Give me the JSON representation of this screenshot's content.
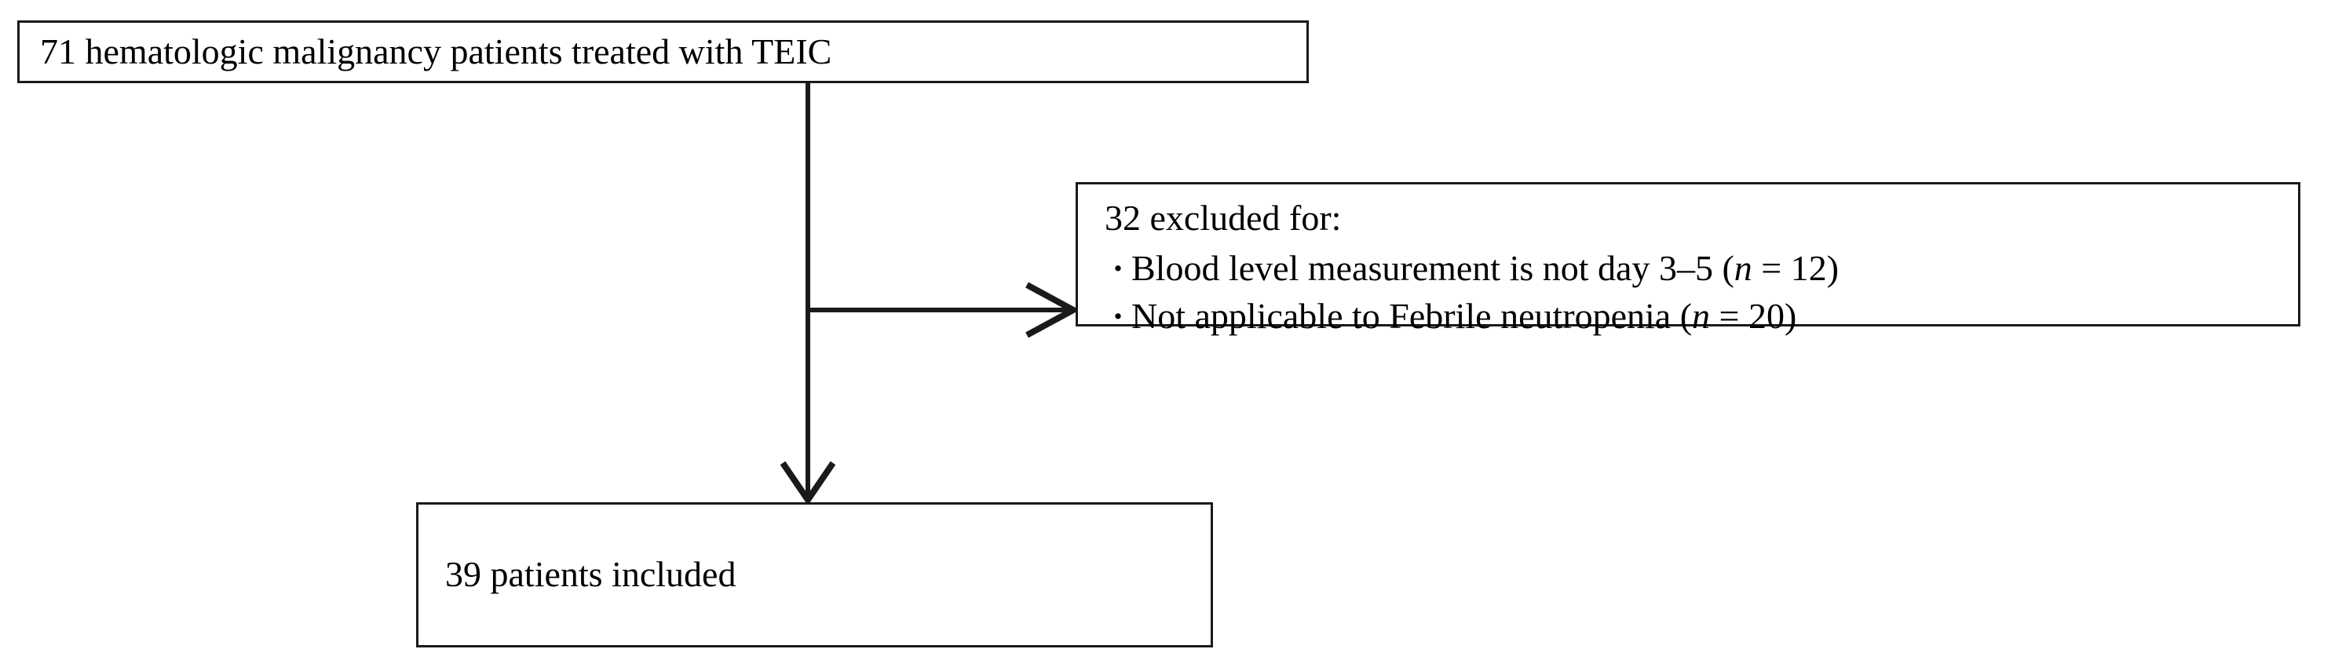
{
  "diagram": {
    "title": "Patient selection flow diagram",
    "type": "flowchart",
    "background_color": "#ffffff",
    "line_color": "#1a1a1a",
    "text_color": "#000000"
  },
  "source_box": {
    "text": "71 hematologic malignancy patients treated with TEIC",
    "count": 71
  },
  "excluded_box": {
    "heading": "32 excluded for:",
    "count": 32,
    "bullet_mark": "・",
    "reasons": [
      {
        "prefix": "Blood level measurement is not day 3–5 (",
        "italic": "n",
        "suffix": " = 12)",
        "n": 12
      },
      {
        "prefix": "Not applicable to Febrile neutropenia (",
        "italic": "n",
        "suffix": " = 20)",
        "n": 20
      }
    ]
  },
  "included_box": {
    "text": "39 patients included",
    "count": 39
  },
  "connectors": [
    {
      "name": "source-to-included",
      "kind": "vertical-arrow"
    },
    {
      "name": "source-to-excluded",
      "kind": "horizontal-arrow"
    }
  ]
}
